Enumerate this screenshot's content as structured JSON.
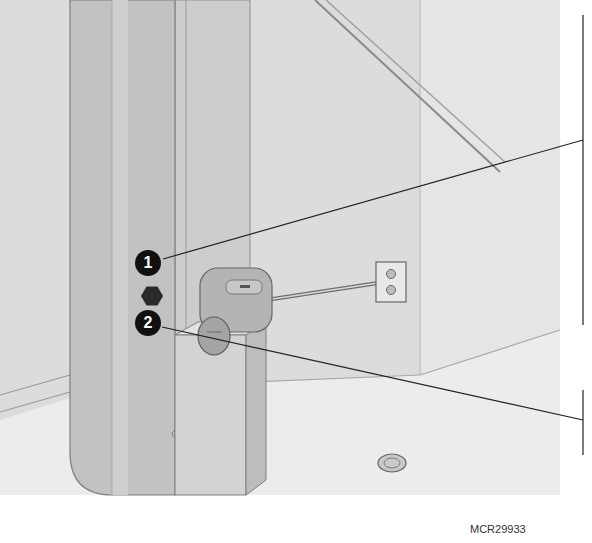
{
  "diagram": {
    "labels": [
      "1",
      "2",
      "MCR29933"
    ]
  }
}
